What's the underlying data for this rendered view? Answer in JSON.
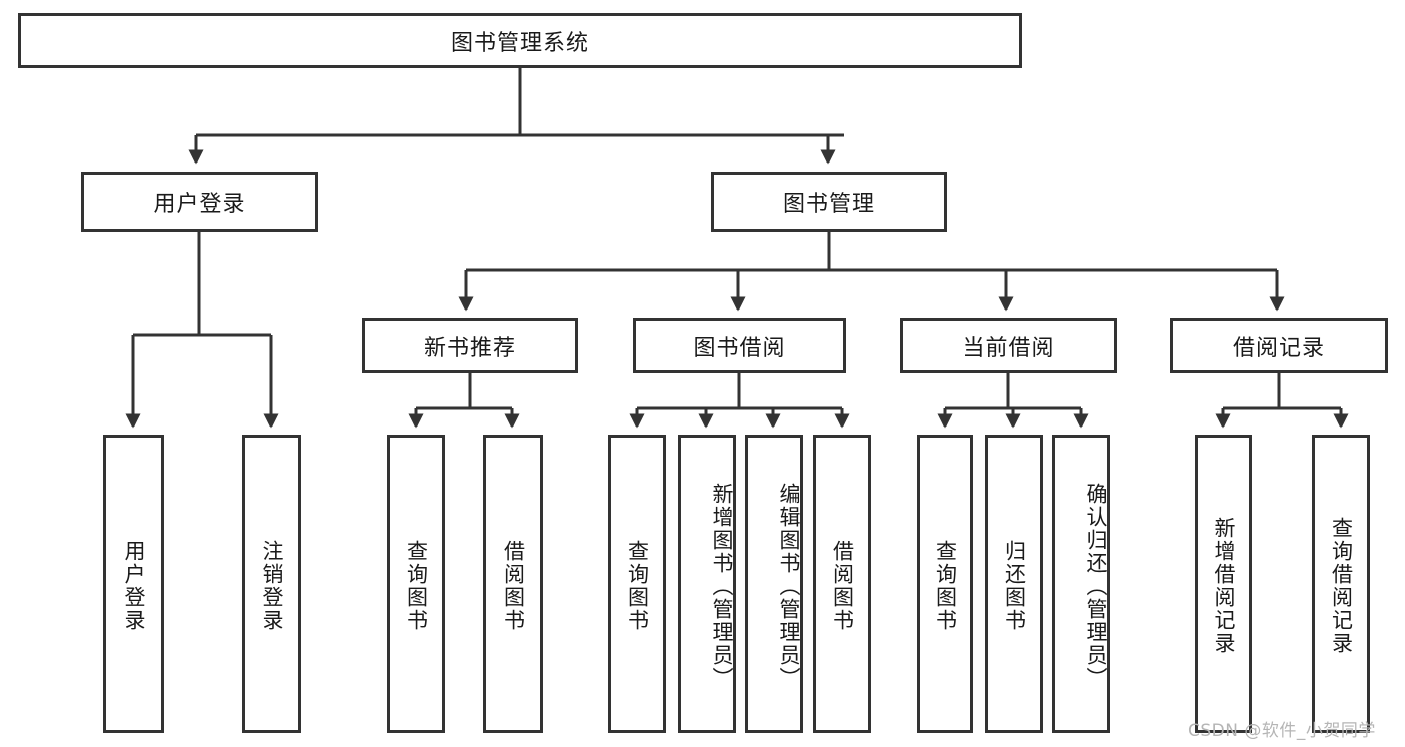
{
  "diagram": {
    "title": "图书管理系统",
    "type": "tree-hierarchy",
    "line_color": "#333333",
    "background_color": "#ffffff",
    "text_color": "#1a1a1a"
  },
  "root": {
    "label": "图书管理系统"
  },
  "level2": [
    {
      "label": "用户登录"
    },
    {
      "label": "图书管理"
    }
  ],
  "level3": [
    {
      "label": "新书推荐"
    },
    {
      "label": "图书借阅"
    },
    {
      "label": "当前借阅"
    },
    {
      "label": "借阅记录"
    }
  ],
  "leaves": {
    "user_login": [
      {
        "label": "用户登录"
      },
      {
        "label": "注销登录"
      }
    ],
    "new_book_recommend": [
      {
        "label": "查询图书"
      },
      {
        "label": "借阅图书"
      }
    ],
    "book_borrow": [
      {
        "label": "查询图书"
      },
      {
        "label": "新增图书（管理员）"
      },
      {
        "label": "编辑图书（管理员）"
      },
      {
        "label": "借阅图书"
      }
    ],
    "current_borrow": [
      {
        "label": "查询图书"
      },
      {
        "label": "归还图书"
      },
      {
        "label": "确认归还（管理员）"
      }
    ],
    "borrow_record": [
      {
        "label": "新增借阅记录"
      },
      {
        "label": "查询借阅记录"
      }
    ]
  },
  "watermark": {
    "text": "CSDN @软件_小贺同学"
  }
}
